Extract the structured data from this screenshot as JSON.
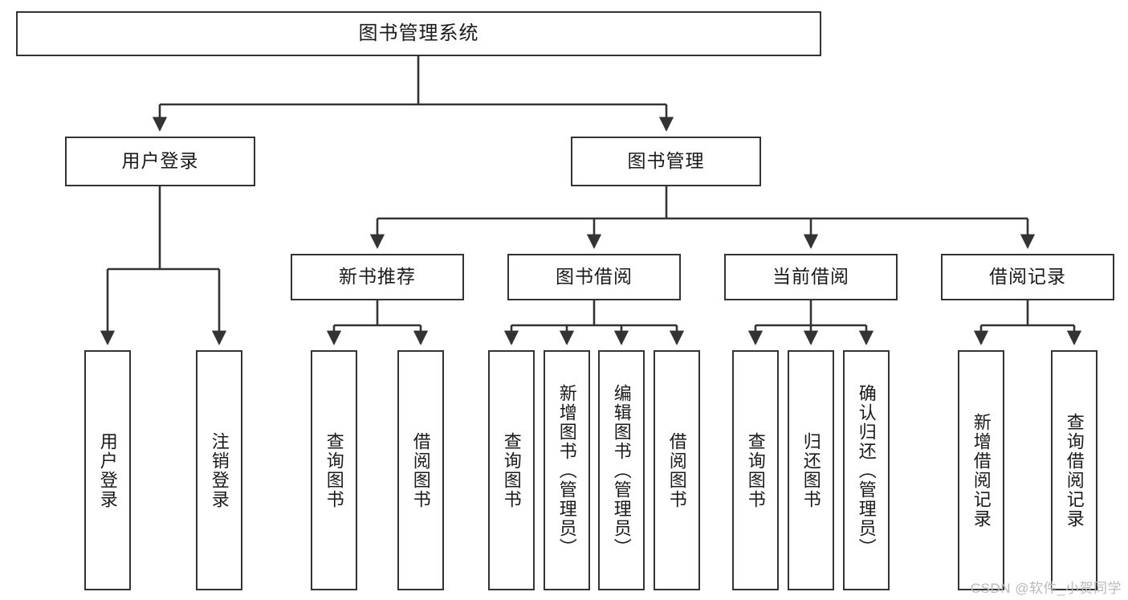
{
  "diagram": {
    "title_node": "图书管理系统",
    "watermark": "CSDN @软件_小贺同学",
    "colors": {
      "box_border": "#333333",
      "box_fill": "#ffffff",
      "edge": "#333333",
      "text": "#1a1a1a",
      "watermark": "#b9b9b9"
    },
    "levels": {
      "level1": [
        {
          "id": "root",
          "label": "图书管理系统"
        }
      ],
      "level2": [
        {
          "id": "user-login",
          "label": "用户登录"
        },
        {
          "id": "book-mgmt",
          "label": "图书管理"
        }
      ],
      "level3": [
        {
          "id": "new-book-rec",
          "label": "新书推荐"
        },
        {
          "id": "book-borrow",
          "label": "图书借阅"
        },
        {
          "id": "current-borrow",
          "label": "当前借阅"
        },
        {
          "id": "borrow-record",
          "label": "借阅记录"
        }
      ],
      "leaves": [
        {
          "id": "leaf-user-login",
          "label": "用户登录",
          "parent": "user-login"
        },
        {
          "id": "leaf-logout",
          "label": "注销登录",
          "parent": "user-login"
        },
        {
          "id": "leaf-query-book-1",
          "label": "查询图书",
          "parent": "new-book-rec"
        },
        {
          "id": "leaf-borrow-book-1",
          "label": "借阅图书",
          "parent": "new-book-rec"
        },
        {
          "id": "leaf-query-book-2",
          "label": "查询图书",
          "parent": "book-borrow"
        },
        {
          "id": "leaf-add-book",
          "label": "新增图书（管理员）",
          "parent": "book-borrow"
        },
        {
          "id": "leaf-edit-book",
          "label": "编辑图书（管理员）",
          "parent": "book-borrow"
        },
        {
          "id": "leaf-borrow-book-2",
          "label": "借阅图书",
          "parent": "book-borrow"
        },
        {
          "id": "leaf-query-book-3",
          "label": "查询图书",
          "parent": "current-borrow"
        },
        {
          "id": "leaf-return-book",
          "label": "归还图书",
          "parent": "current-borrow"
        },
        {
          "id": "leaf-confirm-return",
          "label": "确认归还（管理员）",
          "parent": "current-borrow"
        },
        {
          "id": "leaf-add-record",
          "label": "新增借阅记录",
          "parent": "borrow-record"
        },
        {
          "id": "leaf-query-record",
          "label": "查询借阅记录",
          "parent": "borrow-record"
        }
      ]
    }
  }
}
